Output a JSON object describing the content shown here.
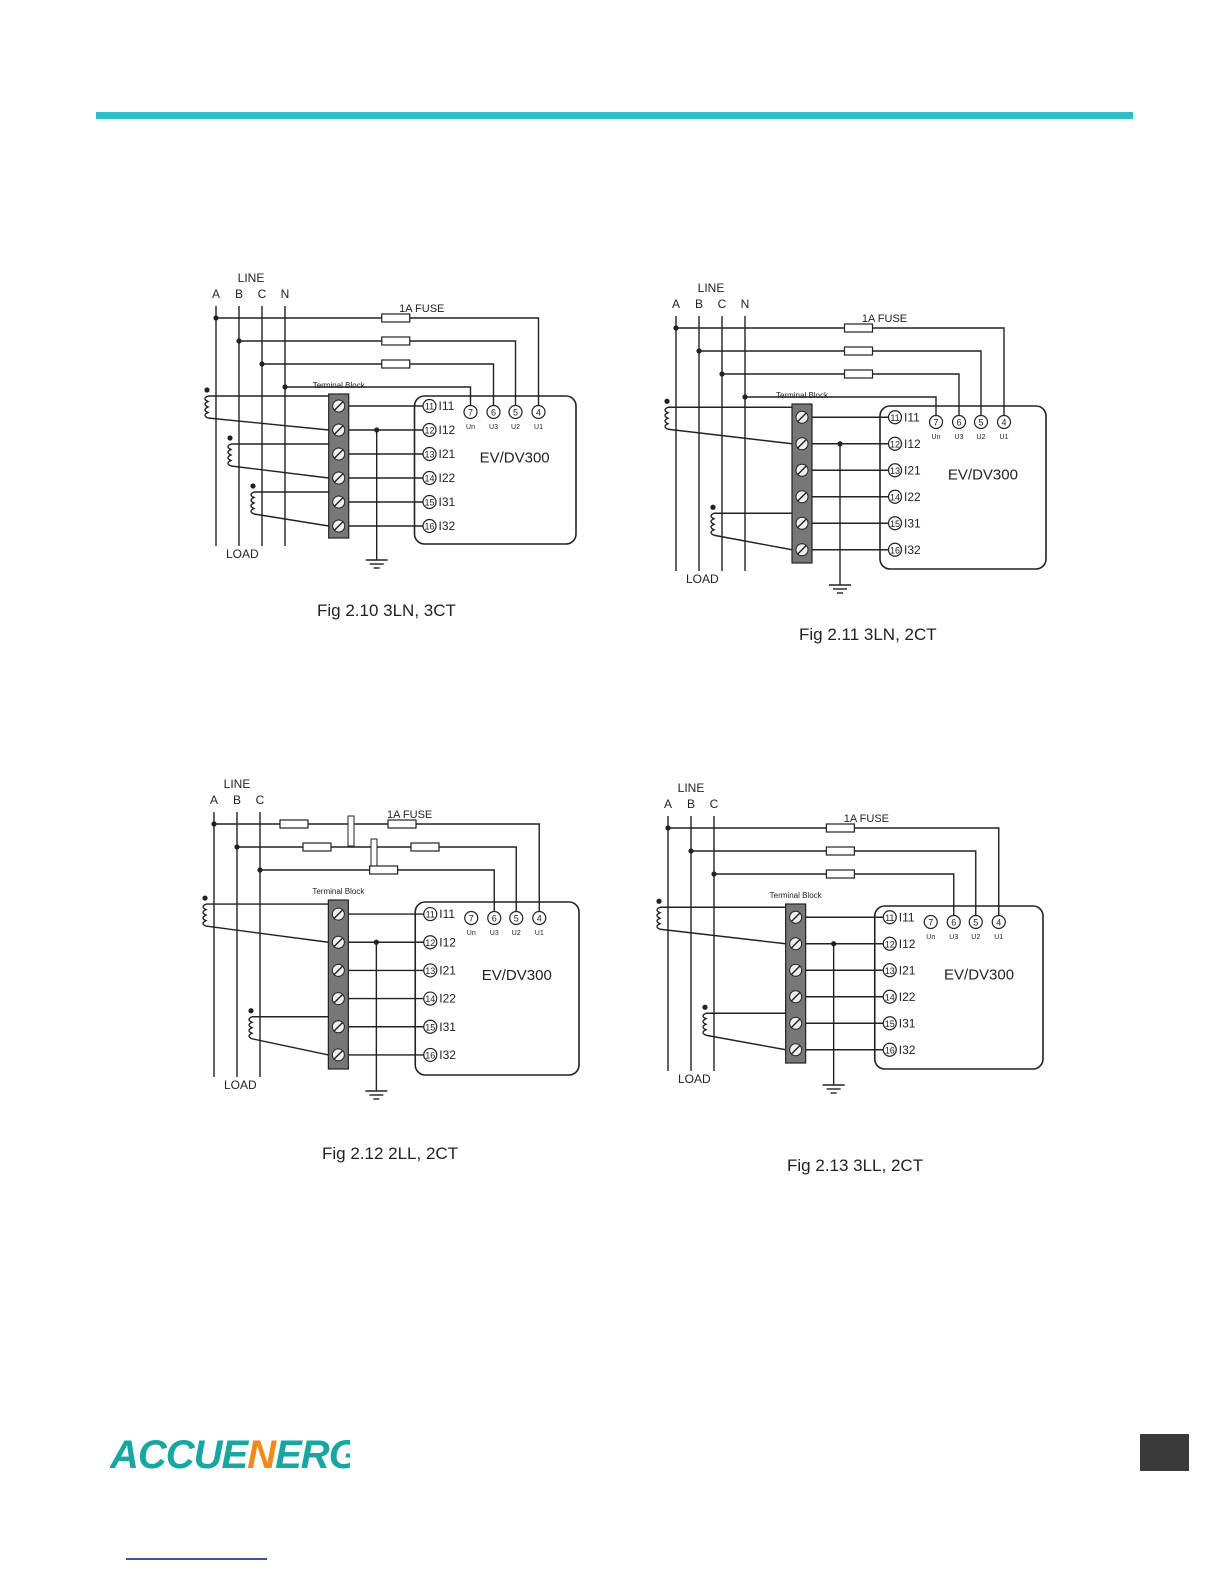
{
  "colors": {
    "accent": "#2bbfc6",
    "line": "#222222",
    "terminal_fill": "#777777",
    "logo_green": "#1aa6a0",
    "logo_orange": "#f08a1c",
    "footer_link": "#3355aa"
  },
  "labels": {
    "line": "LINE",
    "load": "LOAD",
    "fuse": "1A FUSE",
    "terminal_block": "Terminal Block",
    "meter": "EV/DV300",
    "phases4": [
      "A",
      "B",
      "C",
      "N"
    ],
    "phases3": [
      "A",
      "B",
      "C"
    ],
    "voltage_terminals": [
      {
        "num": "7",
        "sub": "Un"
      },
      {
        "num": "6",
        "sub": "U3"
      },
      {
        "num": "5",
        "sub": "U2"
      },
      {
        "num": "4",
        "sub": "U1"
      }
    ],
    "current_terminals": [
      {
        "num": "11",
        "name": "I11"
      },
      {
        "num": "12",
        "name": "I12"
      },
      {
        "num": "13",
        "name": "I21"
      },
      {
        "num": "14",
        "name": "I22"
      },
      {
        "num": "15",
        "name": "I31"
      },
      {
        "num": "16",
        "name": "I32"
      }
    ]
  },
  "figures": [
    {
      "id": "fig-2-10",
      "caption": "Fig 2.10 3LN, 3CT"
    },
    {
      "id": "fig-2-11",
      "caption": "Fig 2.11 3LN, 2CT"
    },
    {
      "id": "fig-2-12",
      "caption": "Fig 2.12 2LL, 2CT"
    },
    {
      "id": "fig-2-13",
      "caption": "Fig 2.13 3LL, 2CT"
    }
  ],
  "logo": {
    "text": "ACCUENERGY",
    "left": "ACCUE",
    "mid": "N",
    "right": "ERGY"
  }
}
